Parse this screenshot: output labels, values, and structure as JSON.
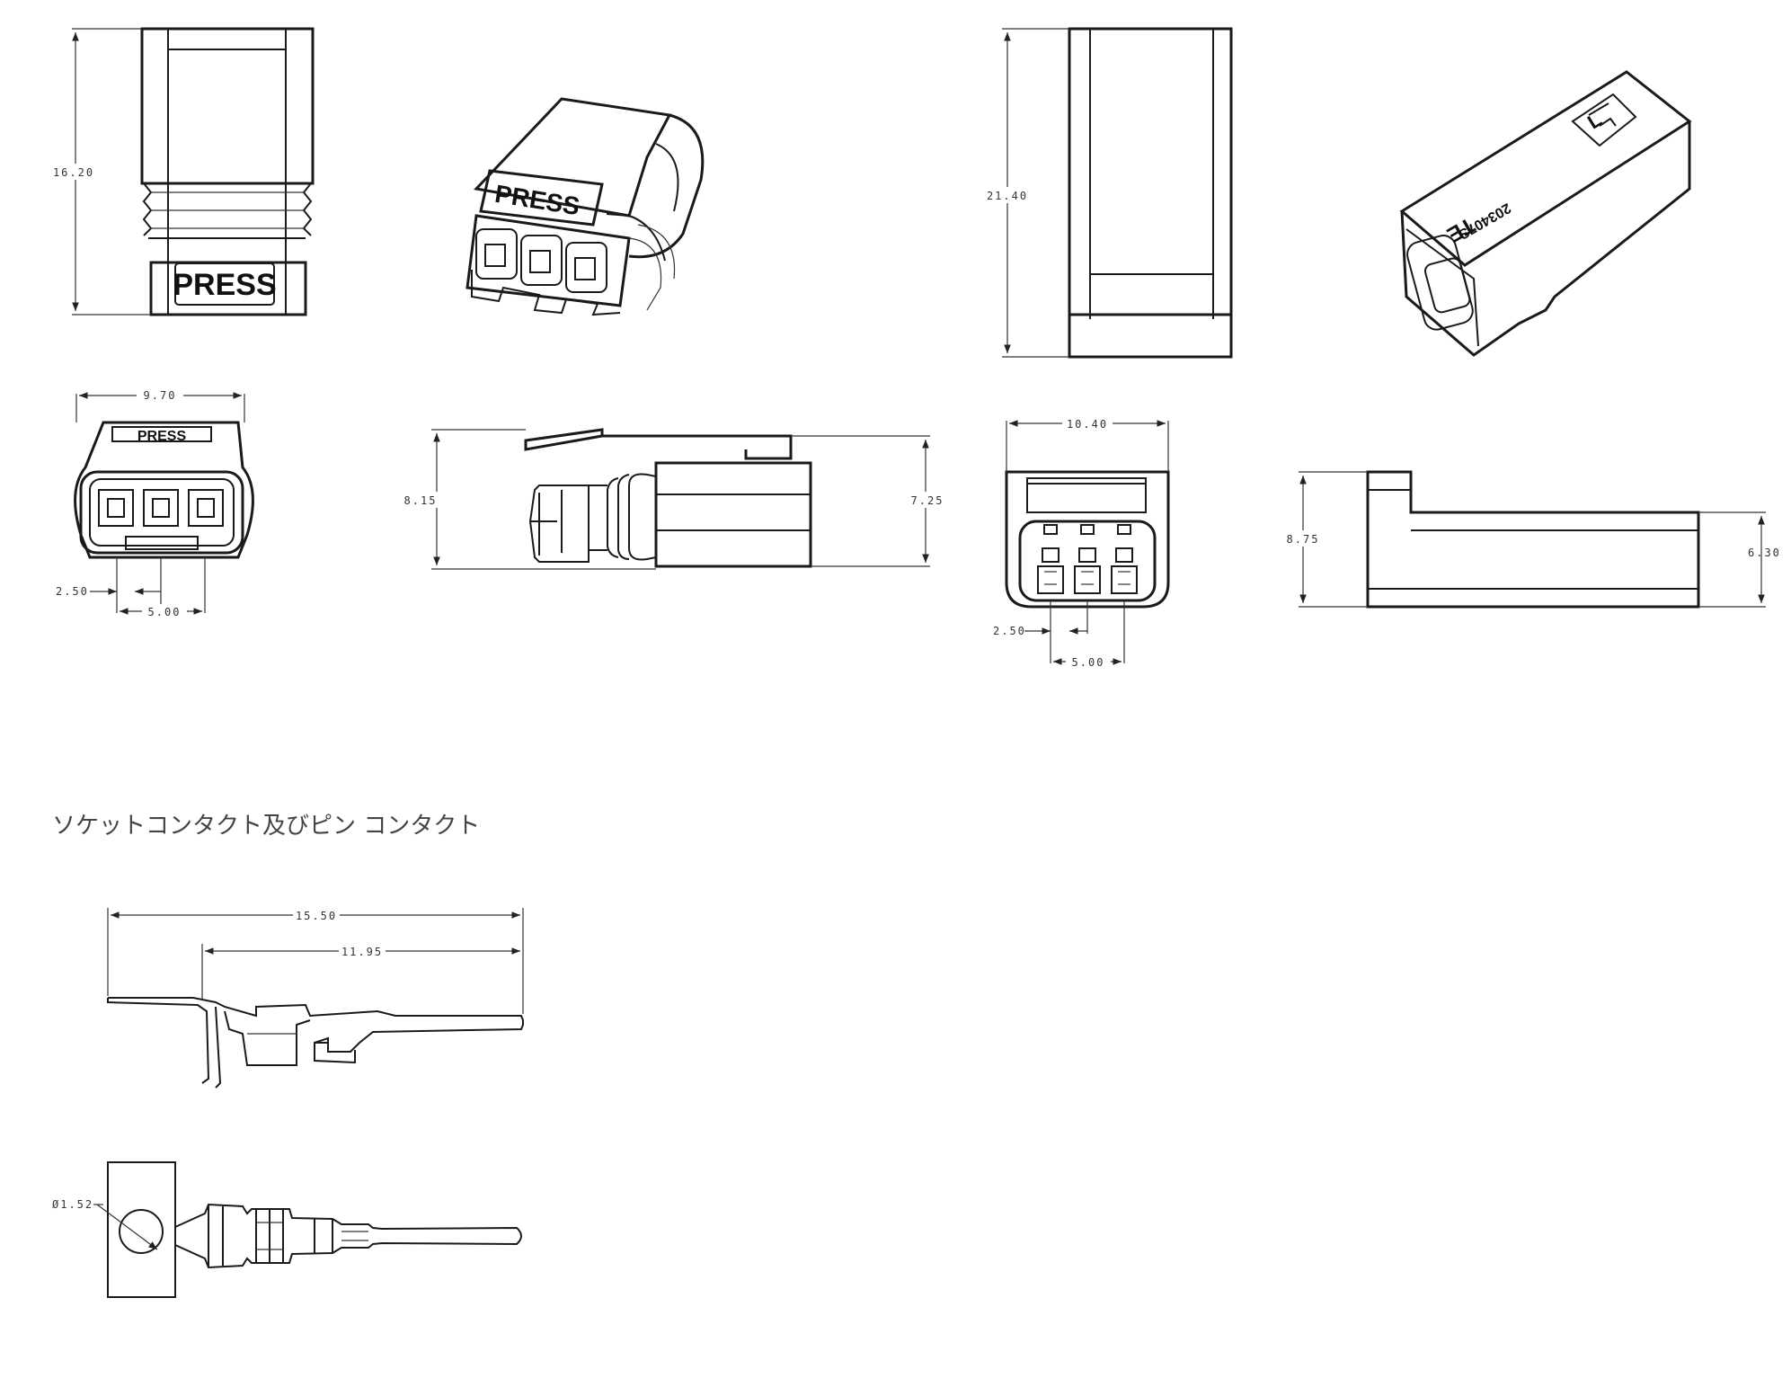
{
  "section_heading": "ソケットコンタクト及びピン コンタクト",
  "labels": {
    "press_front": "PRESS",
    "press_iso": "PRESS",
    "press_top": "PRESS",
    "iso_mark_1": "TE",
    "iso_mark_2": "203407S",
    "iso_mark_3": "L"
  },
  "dimensions": {
    "socket_height": "16.20",
    "socket_width": "9.70",
    "socket_pitch": "2.50",
    "socket_span": "5.00",
    "socket_side_height": "8.15",
    "socket_side_height_2": "7.25",
    "pin_height": "21.40",
    "pin_width": "10.40",
    "pin_pitch": "2.50",
    "pin_span": "5.00",
    "pin_side_height": "8.75",
    "pin_side_height_2": "6.30",
    "contact_length": "15.50",
    "contact_length_2": "11.95",
    "contact_diameter": "Ø1.52"
  }
}
